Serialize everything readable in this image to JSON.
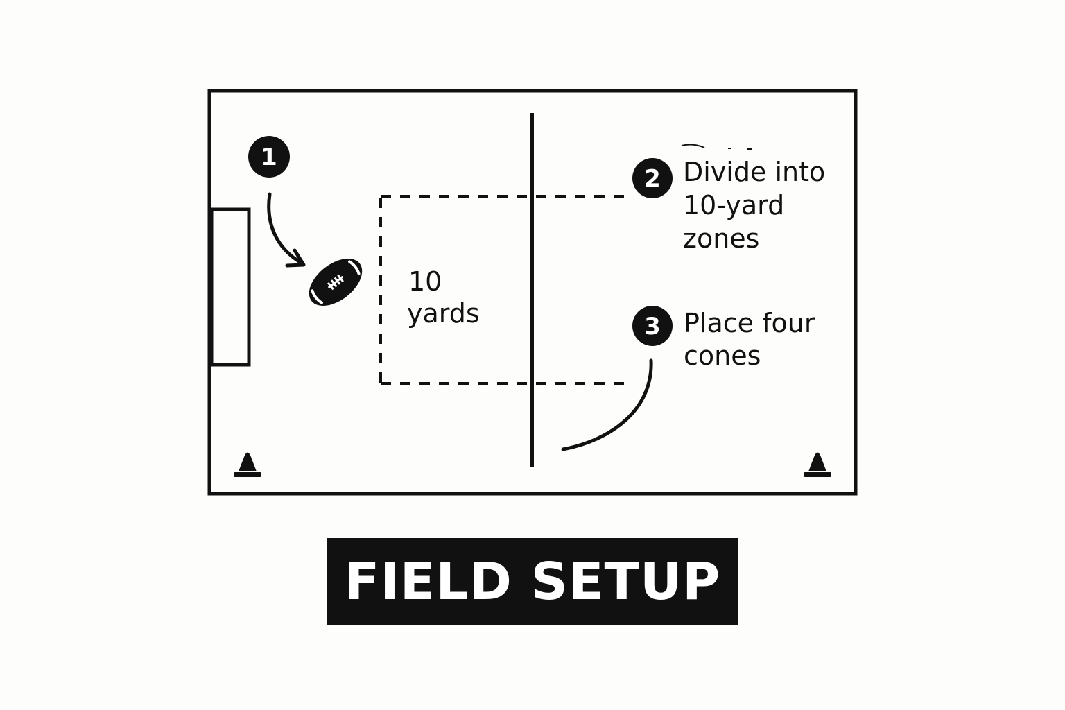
{
  "title": "FIELD SETUP",
  "colors": {
    "background": "#fdfdfb",
    "ink": "#111111",
    "banner_text": "#ffffff"
  },
  "steps": [
    {
      "number": "1",
      "lines": []
    },
    {
      "number": "2",
      "lines": [
        "Divide into",
        "10-yard",
        "zones"
      ]
    },
    {
      "number": "3",
      "lines": [
        "Place four",
        "cones"
      ]
    }
  ],
  "zone_label": {
    "lines": [
      "10",
      "yards"
    ]
  },
  "icons": [
    "football-icon",
    "cone-icon",
    "cone-icon",
    "goal-box",
    "arrow"
  ]
}
